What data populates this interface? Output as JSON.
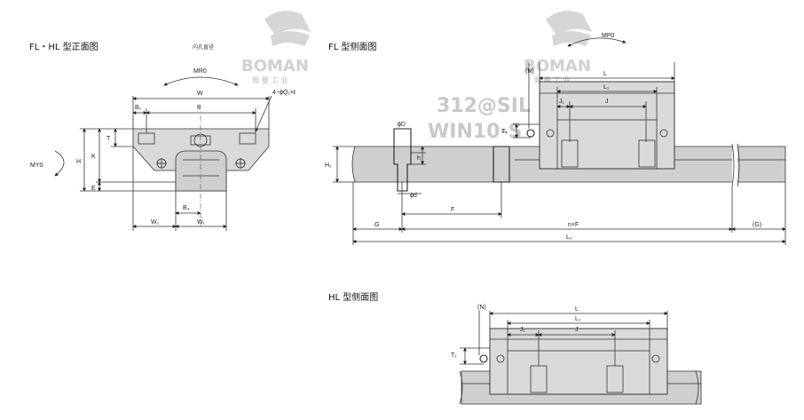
{
  "titles": {
    "front": "FL・HL 型正面图",
    "front_note": "内孔直径",
    "fl_side": "FL 型侧面图",
    "hl_side": "HL 型侧面图"
  },
  "watermark": {
    "brand": "BOMAN",
    "brand_cn": "勃 曼 工 业",
    "overlay_1": "312@SIL",
    "overlay_2": "WIN10-S"
  },
  "front_labels": {
    "w": "W",
    "b": "B",
    "b1": "B₁",
    "mr": "MR0",
    "holes": "4−ϕQ₁×ℓ",
    "t": "T",
    "k": "K",
    "h": "H",
    "e": "E",
    "my": "MY0",
    "b3": "B₃",
    "w2": "W₂",
    "w1": "W₁"
  },
  "fl_labels": {
    "mp": "MP0",
    "n": "(N)",
    "l": "L",
    "l1": "L₁",
    "j1": "J₁",
    "j": "J",
    "t1": "T₁",
    "phi_d_big": "ϕD",
    "h_small": "h",
    "h1": "H₁",
    "phi_d": "ϕd",
    "f": "F",
    "g": "G",
    "nf": "n×F",
    "g_paren": "(G)",
    "l0": "L₀"
  },
  "hl_labels": {
    "n": "(N)",
    "l": "L",
    "l1": "L₁",
    "j1": "J₁",
    "j": "J",
    "t1": "T₁"
  }
}
